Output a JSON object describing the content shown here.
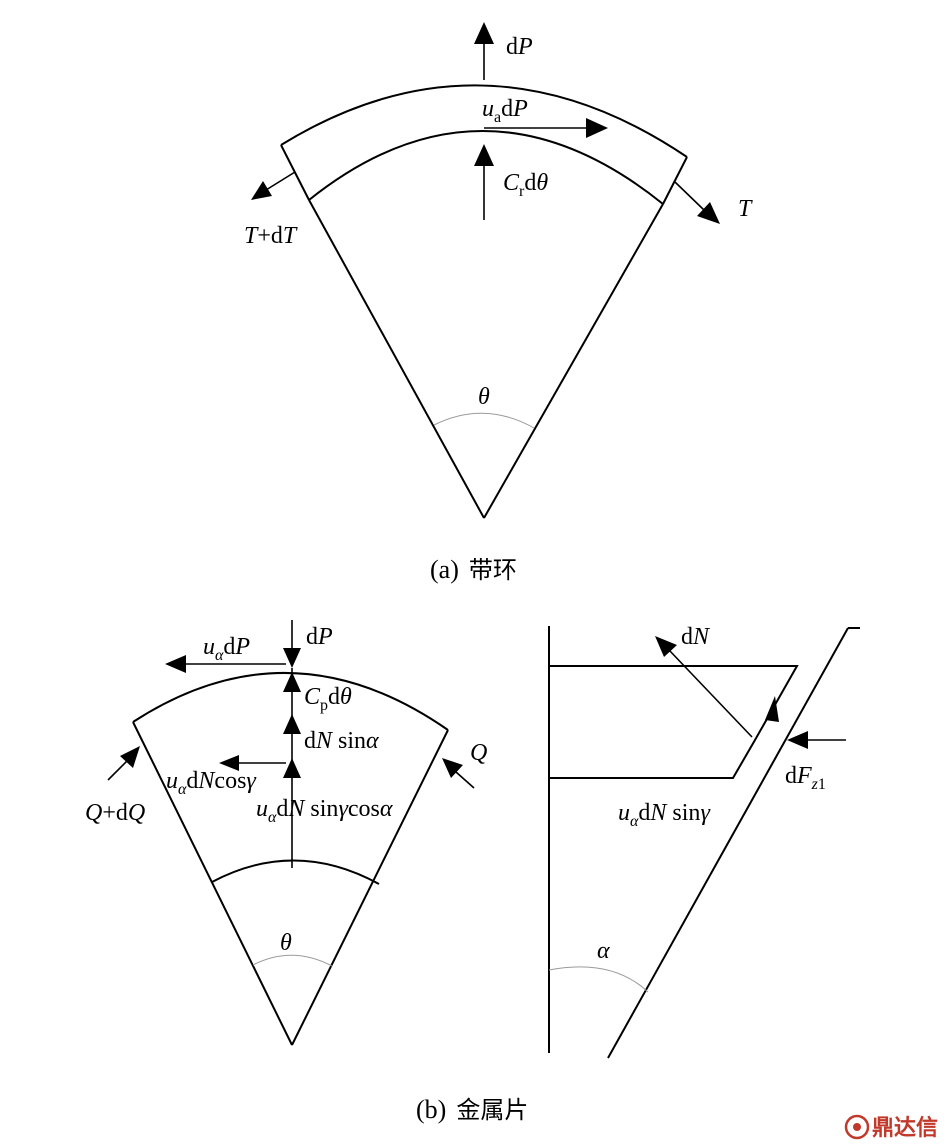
{
  "figure_a": {
    "caption_prefix": "(a)",
    "caption_zh": "带环",
    "labels": {
      "dP": "dP",
      "ua_dP": "uadP",
      "cr_dtheta": "Crdθ",
      "t_plus_dt": "T+dT",
      "t": "T",
      "theta": "θ"
    }
  },
  "figure_b": {
    "caption_prefix": "(b)",
    "caption_zh": "金属片",
    "labels": {
      "dP": "dP",
      "ua_dP": "uαdP",
      "cp_dtheta": "Cpdθ",
      "dn_sin_alpha": "dN sinα",
      "ua_dn_cos_gamma": "uαdNcosγ",
      "ua_dn_sin_gamma_cos_alpha": "uαdN sinγcosα",
      "q": "Q",
      "q_plus_dq": "Q+dQ",
      "theta": "θ",
      "dN": "dN",
      "dFz1": "dFz1",
      "ua_dn_sin_gamma": "uαdN sinγ",
      "alpha": "α"
    }
  },
  "watermark": {
    "text": "鼎达信",
    "color": "#c0392b"
  }
}
